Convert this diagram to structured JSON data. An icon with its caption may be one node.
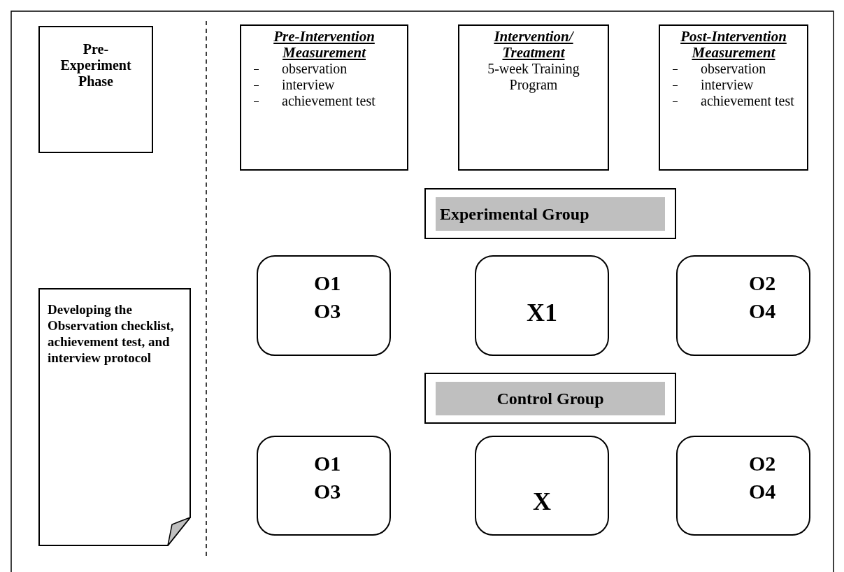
{
  "diagram": {
    "nodes": [
      {
        "text": [
          "Pre-Experiment Phase"
        ]
      },
      {
        "text": [
          "Pre-Intervention Measurement",
          "observation",
          "interview",
          "achievement test"
        ]
      },
      {
        "text": [
          "Intervention/ Treatment",
          "5-week Training Program"
        ]
      },
      {
        "text": [
          "Post-Intervention Measurement",
          "observation",
          "interview",
          "achievement test"
        ]
      },
      {
        "text": [
          "Experimental Group"
        ]
      },
      {
        "text": [
          "O1 O3"
        ]
      },
      {
        "text": [
          "X1"
        ]
      },
      {
        "text": [
          "O2 O4"
        ]
      },
      {
        "text": [
          "Control Group"
        ]
      },
      {
        "text": [
          "O1 O3"
        ]
      },
      {
        "text": [
          "X"
        ]
      },
      {
        "text": [
          "O2 O4"
        ]
      },
      {
        "text": [
          "Developing the Observation checklist, achievement test, and interview protocol"
        ]
      }
    ],
    "edges": []
  }
}
